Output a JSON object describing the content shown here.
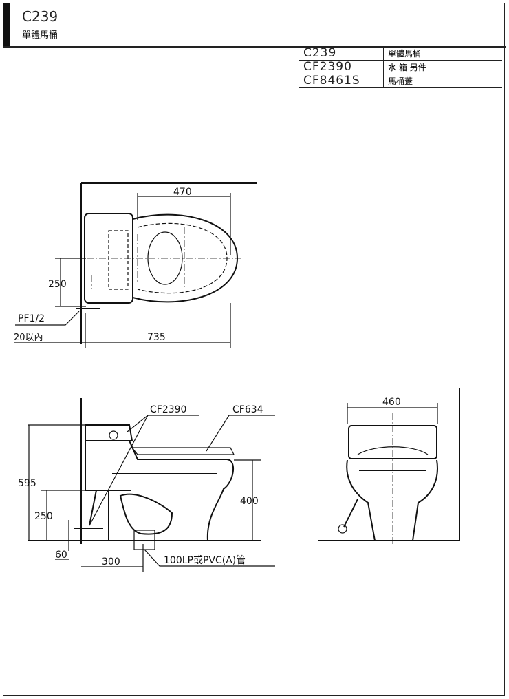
{
  "header": {
    "model": "C239",
    "name": "單體馬桶"
  },
  "parts_table": [
    {
      "code": "C239",
      "description": "單體馬桶"
    },
    {
      "code": "CF2390",
      "description": "水 箱 另件"
    },
    {
      "code": "CF8461S",
      "description": "馬桶蓋"
    }
  ],
  "top_view": {
    "width_dim": "470",
    "inlet_offset_dim": "250",
    "inlet_label": "PF1/2",
    "wall_gap_dim": "20以內",
    "length_dim": "735"
  },
  "side_view": {
    "tank_part_label": "CF2390",
    "seat_part_label": "CF634",
    "height_dim": "595",
    "inlet_height_dim": "250",
    "inlet_low_dim": "60",
    "rough_in_dim": "300",
    "seat_height_dim": "400",
    "drain_label": "100LP或PVC(A)管"
  },
  "front_view": {
    "width_dim": "460"
  }
}
